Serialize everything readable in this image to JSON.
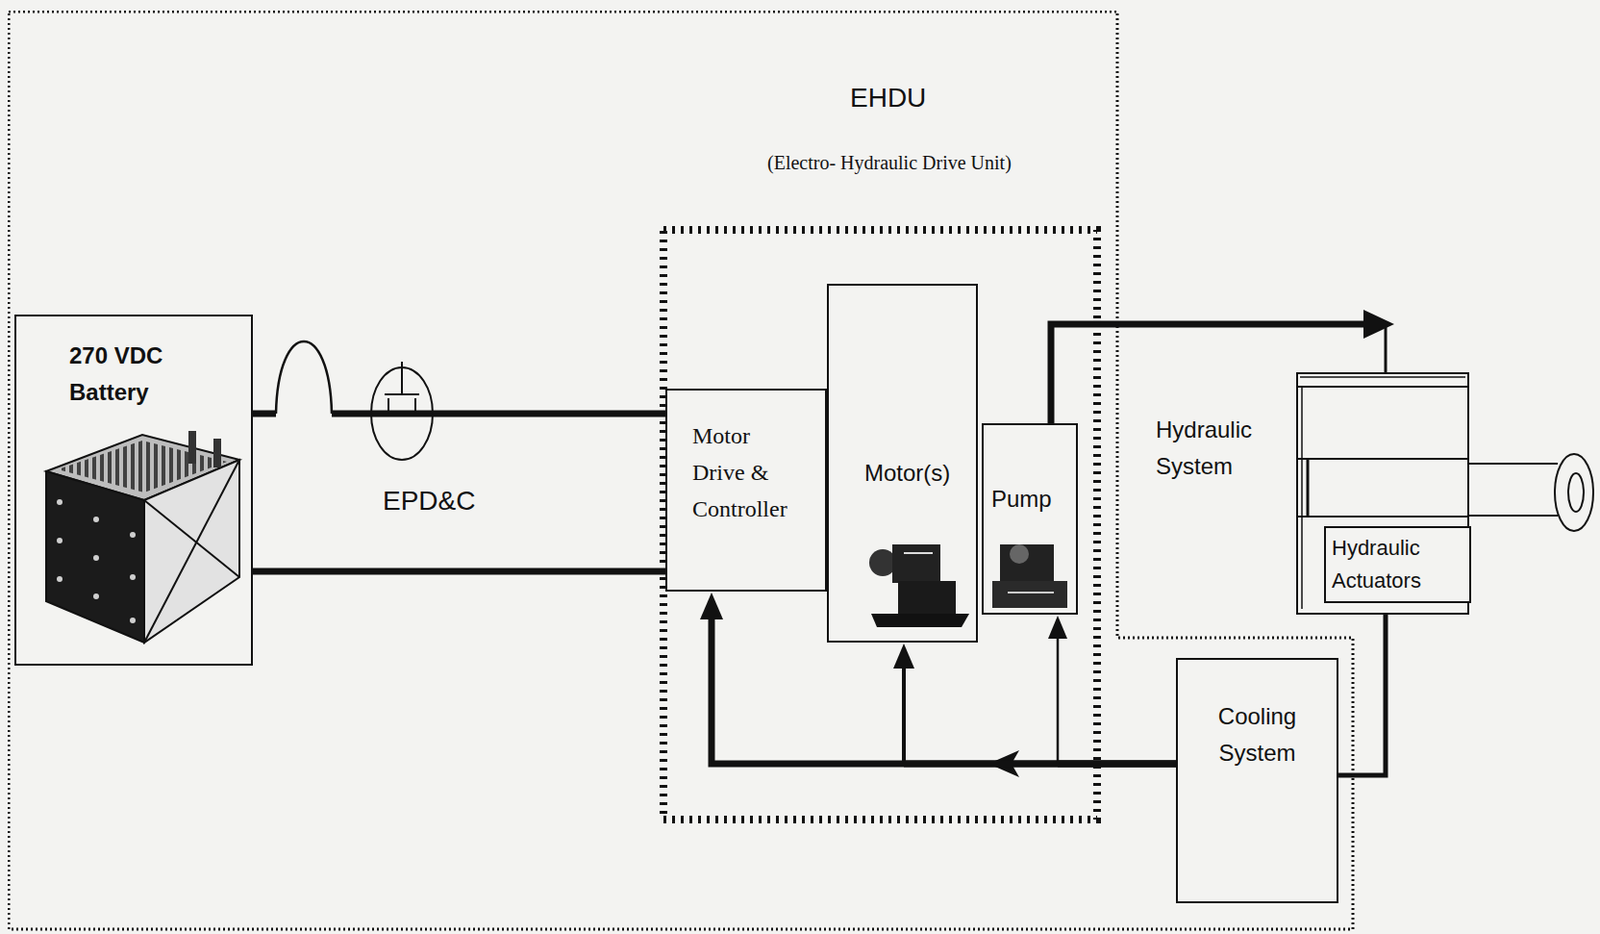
{
  "diagram": {
    "nodes": [
      {
        "text": [
          "EHDU",
          "(Electro- Hydraulic Drive Unit)"
        ]
      },
      {
        "text": [
          "270 VDC Battery"
        ],
        "in": 0
      },
      {
        "text": [
          "Motor Drive & Controller"
        ],
        "in": 0
      },
      {
        "text": [
          "Motor(s)"
        ],
        "in": 0
      },
      {
        "text": [
          "Pump"
        ],
        "in": 0
      },
      {
        "text": [
          "Cooling System"
        ],
        "in": 0
      },
      {
        "text": [
          "Hydraulic Actuators"
        ]
      }
    ],
    "edges": [
      {
        "from": 1,
        "to": 2,
        "arrow": "none"
      },
      {
        "from": 1,
        "to": 2,
        "arrow": "none"
      },
      {
        "from": 4,
        "to": 6,
        "arrow": "to"
      },
      {
        "from": 6,
        "to": 5,
        "arrow": "none"
      },
      {
        "from": 5,
        "to": 2,
        "arrow": "to"
      },
      {
        "from": 5,
        "to": 3,
        "arrow": "to"
      },
      {
        "from": 5,
        "to": 4,
        "arrow": "to"
      }
    ],
    "labels": [
      "EPD&C",
      "Hydraulic System"
    ]
  }
}
